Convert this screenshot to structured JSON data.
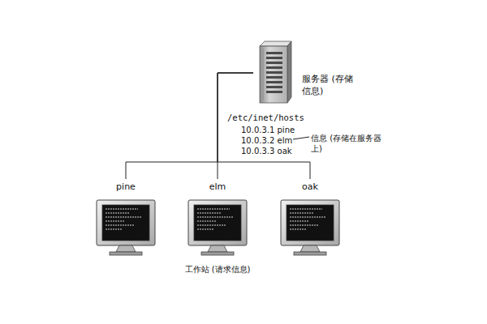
{
  "diagram": {
    "nodes": [
      {
        "text": [
          "服务器 (存储信息)"
        ]
      },
      {
        "text": [
          "pine"
        ]
      },
      {
        "text": [
          "elm"
        ]
      },
      {
        "text": [
          "oak"
        ]
      }
    ],
    "edges": [
      {
        "from": 0,
        "to": 1,
        "arrow": "none"
      },
      {
        "from": 0,
        "to": 2,
        "arrow": "none"
      },
      {
        "from": 0,
        "to": 3,
        "arrow": "none"
      }
    ],
    "labels": [
      "/etc/inet/hosts",
      "10.0.3.1 pine",
      "10.0.3.2 elm",
      "10.0.3.3 oak",
      "信息 (存储在服务器上)",
      "工作站 (请求信息)"
    ]
  }
}
